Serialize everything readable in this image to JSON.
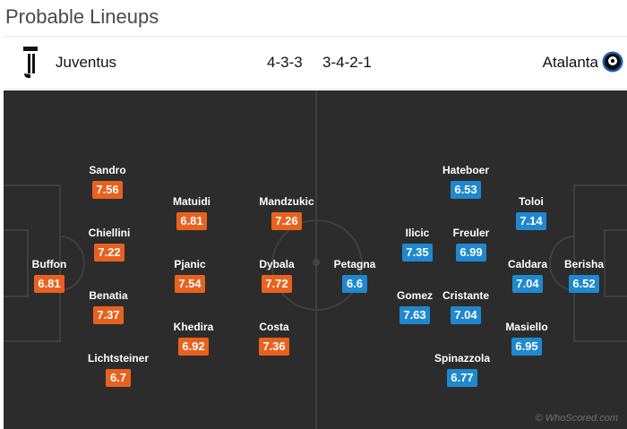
{
  "page_title": "Probable Lineups",
  "colors": {
    "home_rating": "#e8611f",
    "away_rating": "#1f88cf",
    "pitch": "#2c2c2c",
    "pitch_lines": "#3f3f3f"
  },
  "header": {
    "home_team": "Juventus",
    "home_formation": "4-3-3",
    "away_formation": "3-4-2-1",
    "away_team": "Atalanta",
    "home_logo_icon": "juventus-logo",
    "away_logo_icon": "atalanta-logo"
  },
  "home_players": [
    {
      "name": "Buffon",
      "rating": "6.81"
    },
    {
      "name": "Sandro",
      "rating": "7.56"
    },
    {
      "name": "Chiellini",
      "rating": "7.22"
    },
    {
      "name": "Benatia",
      "rating": "7.37"
    },
    {
      "name": "Lichtsteiner",
      "rating": "6.7"
    },
    {
      "name": "Matuidi",
      "rating": "6.81"
    },
    {
      "name": "Pjanic",
      "rating": "7.54"
    },
    {
      "name": "Khedira",
      "rating": "6.92"
    },
    {
      "name": "Mandzukic",
      "rating": "7.26"
    },
    {
      "name": "Dybala",
      "rating": "7.72"
    },
    {
      "name": "Costa",
      "rating": "7.36"
    }
  ],
  "away_players": [
    {
      "name": "Berisha",
      "rating": "6.52"
    },
    {
      "name": "Toloi",
      "rating": "7.14"
    },
    {
      "name": "Caldara",
      "rating": "7.04"
    },
    {
      "name": "Masiello",
      "rating": "6.95"
    },
    {
      "name": "Hateboer",
      "rating": "6.53"
    },
    {
      "name": "Freuler",
      "rating": "6.99"
    },
    {
      "name": "Cristante",
      "rating": "7.04"
    },
    {
      "name": "Spinazzola",
      "rating": "6.77"
    },
    {
      "name": "Ilicic",
      "rating": "7.35"
    },
    {
      "name": "Gomez",
      "rating": "7.63"
    },
    {
      "name": "Petagna",
      "rating": "6.6"
    }
  ],
  "watermark": "© WhoScored.com"
}
